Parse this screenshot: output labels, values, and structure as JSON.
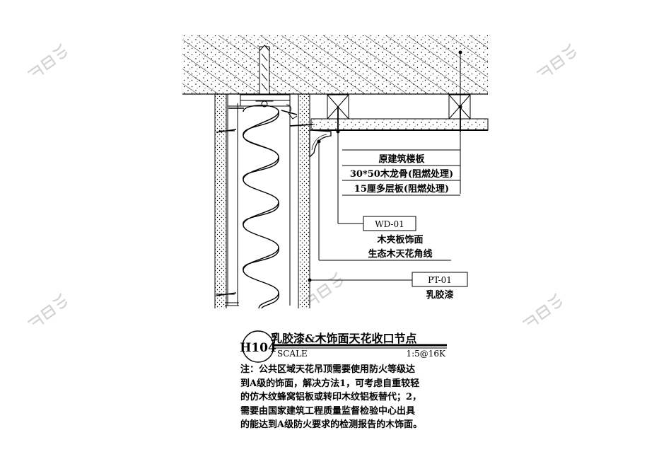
{
  "labels": {
    "layer_1": "原建筑楼板",
    "layer_2": "30*50木龙骨(阻燃处理)",
    "layer_3": "15厘多层板(阻燃处理)",
    "tag_wd": "WD-01",
    "wood_1": "木夹板饰面",
    "wood_2": "生态木天花角线",
    "tag_pt": "PT-01",
    "paint": "乳胶漆"
  },
  "title_block": {
    "detail_no": "H104",
    "title": "乳胶漆&木饰面天花收口节点",
    "scale_label": "SCALE",
    "scale_value": "1:5@16K"
  },
  "notes": [
    "注：公共区域天花吊顶需要使用防火等级达",
    "到A级的饰面，解决方法1，可考虑自重较轻",
    "的仿木纹蜂窝铝板或转印木纹铝板替代；2，",
    "需要由国家建筑工程质量监督检验中心出具",
    "的能达到A级防火要求的检测报告的木饰面。"
  ],
  "colors": {
    "line": "#000000",
    "watermark": "#d2d2d2",
    "background": "#ffffff"
  }
}
